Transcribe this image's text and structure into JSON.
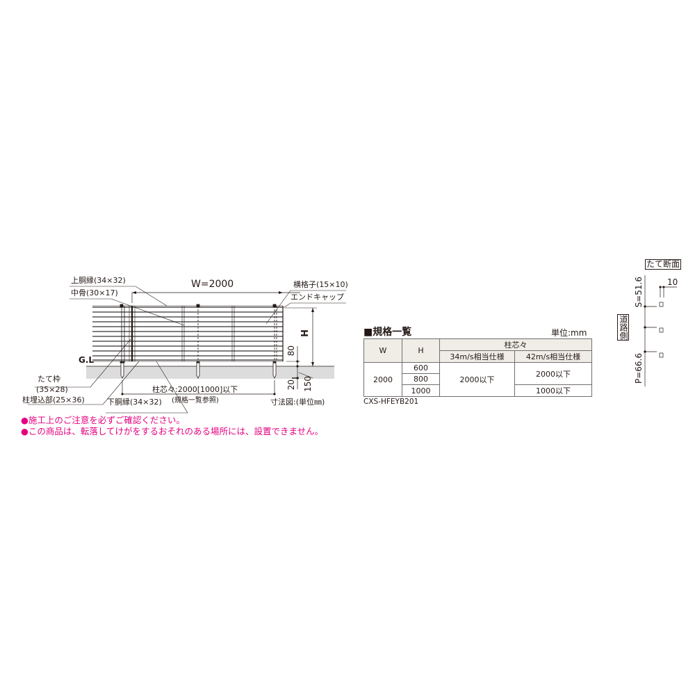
{
  "drawing": {
    "labels": {
      "top_rail": "上胴縁(34×32)",
      "mid_bone": "中骨(30×17)",
      "width": "W=2000",
      "horizontal_slat": "横格子(15×10)",
      "end_cap": "エンドキャップ",
      "height": "H",
      "ground_line": "G.L",
      "vertical_frame_name": "たて枠",
      "vertical_frame_size": "(35×28)",
      "post_embed": "柱埋込部(25×36)",
      "bottom_rail": "下胴縁(34×32)",
      "post_pitch": "柱芯々:2000[1000]以下",
      "post_pitch_ref": "(規格一覧参照)",
      "dim_80": "80",
      "dim_20": "20",
      "dim_150": "150",
      "units_note": "寸法図:(単位㎜)"
    },
    "colors": {
      "line": "#231815",
      "ground": "#dcdcdc",
      "accent_pink": "#e4007f",
      "table_header": "#efede6"
    }
  },
  "spec_table": {
    "title": "■規格一覧",
    "unit": "単位:mm",
    "headers": {
      "w": "W",
      "h": "H",
      "pitch_group": "柱芯々",
      "wind34": "34m/s相当仕様",
      "wind42": "42m/s相当仕様"
    },
    "rows": {
      "w_value": "2000",
      "h_values": [
        "600",
        "800",
        "1000"
      ],
      "wind34_value": "2000以下",
      "wind42_values": [
        "2000以下",
        "1000以下"
      ]
    },
    "model_code": "CXS-HFEYB201"
  },
  "section": {
    "title": "たて断面",
    "dim_10": "10",
    "s_value": "S=51.6",
    "p_value": "P=66.6",
    "road_side": "道路側"
  },
  "notes": [
    "●施工上のご注意を必ずご確認ください。",
    "●この商品は、転落してけがをするおそれのある場所には、設置できません。"
  ]
}
